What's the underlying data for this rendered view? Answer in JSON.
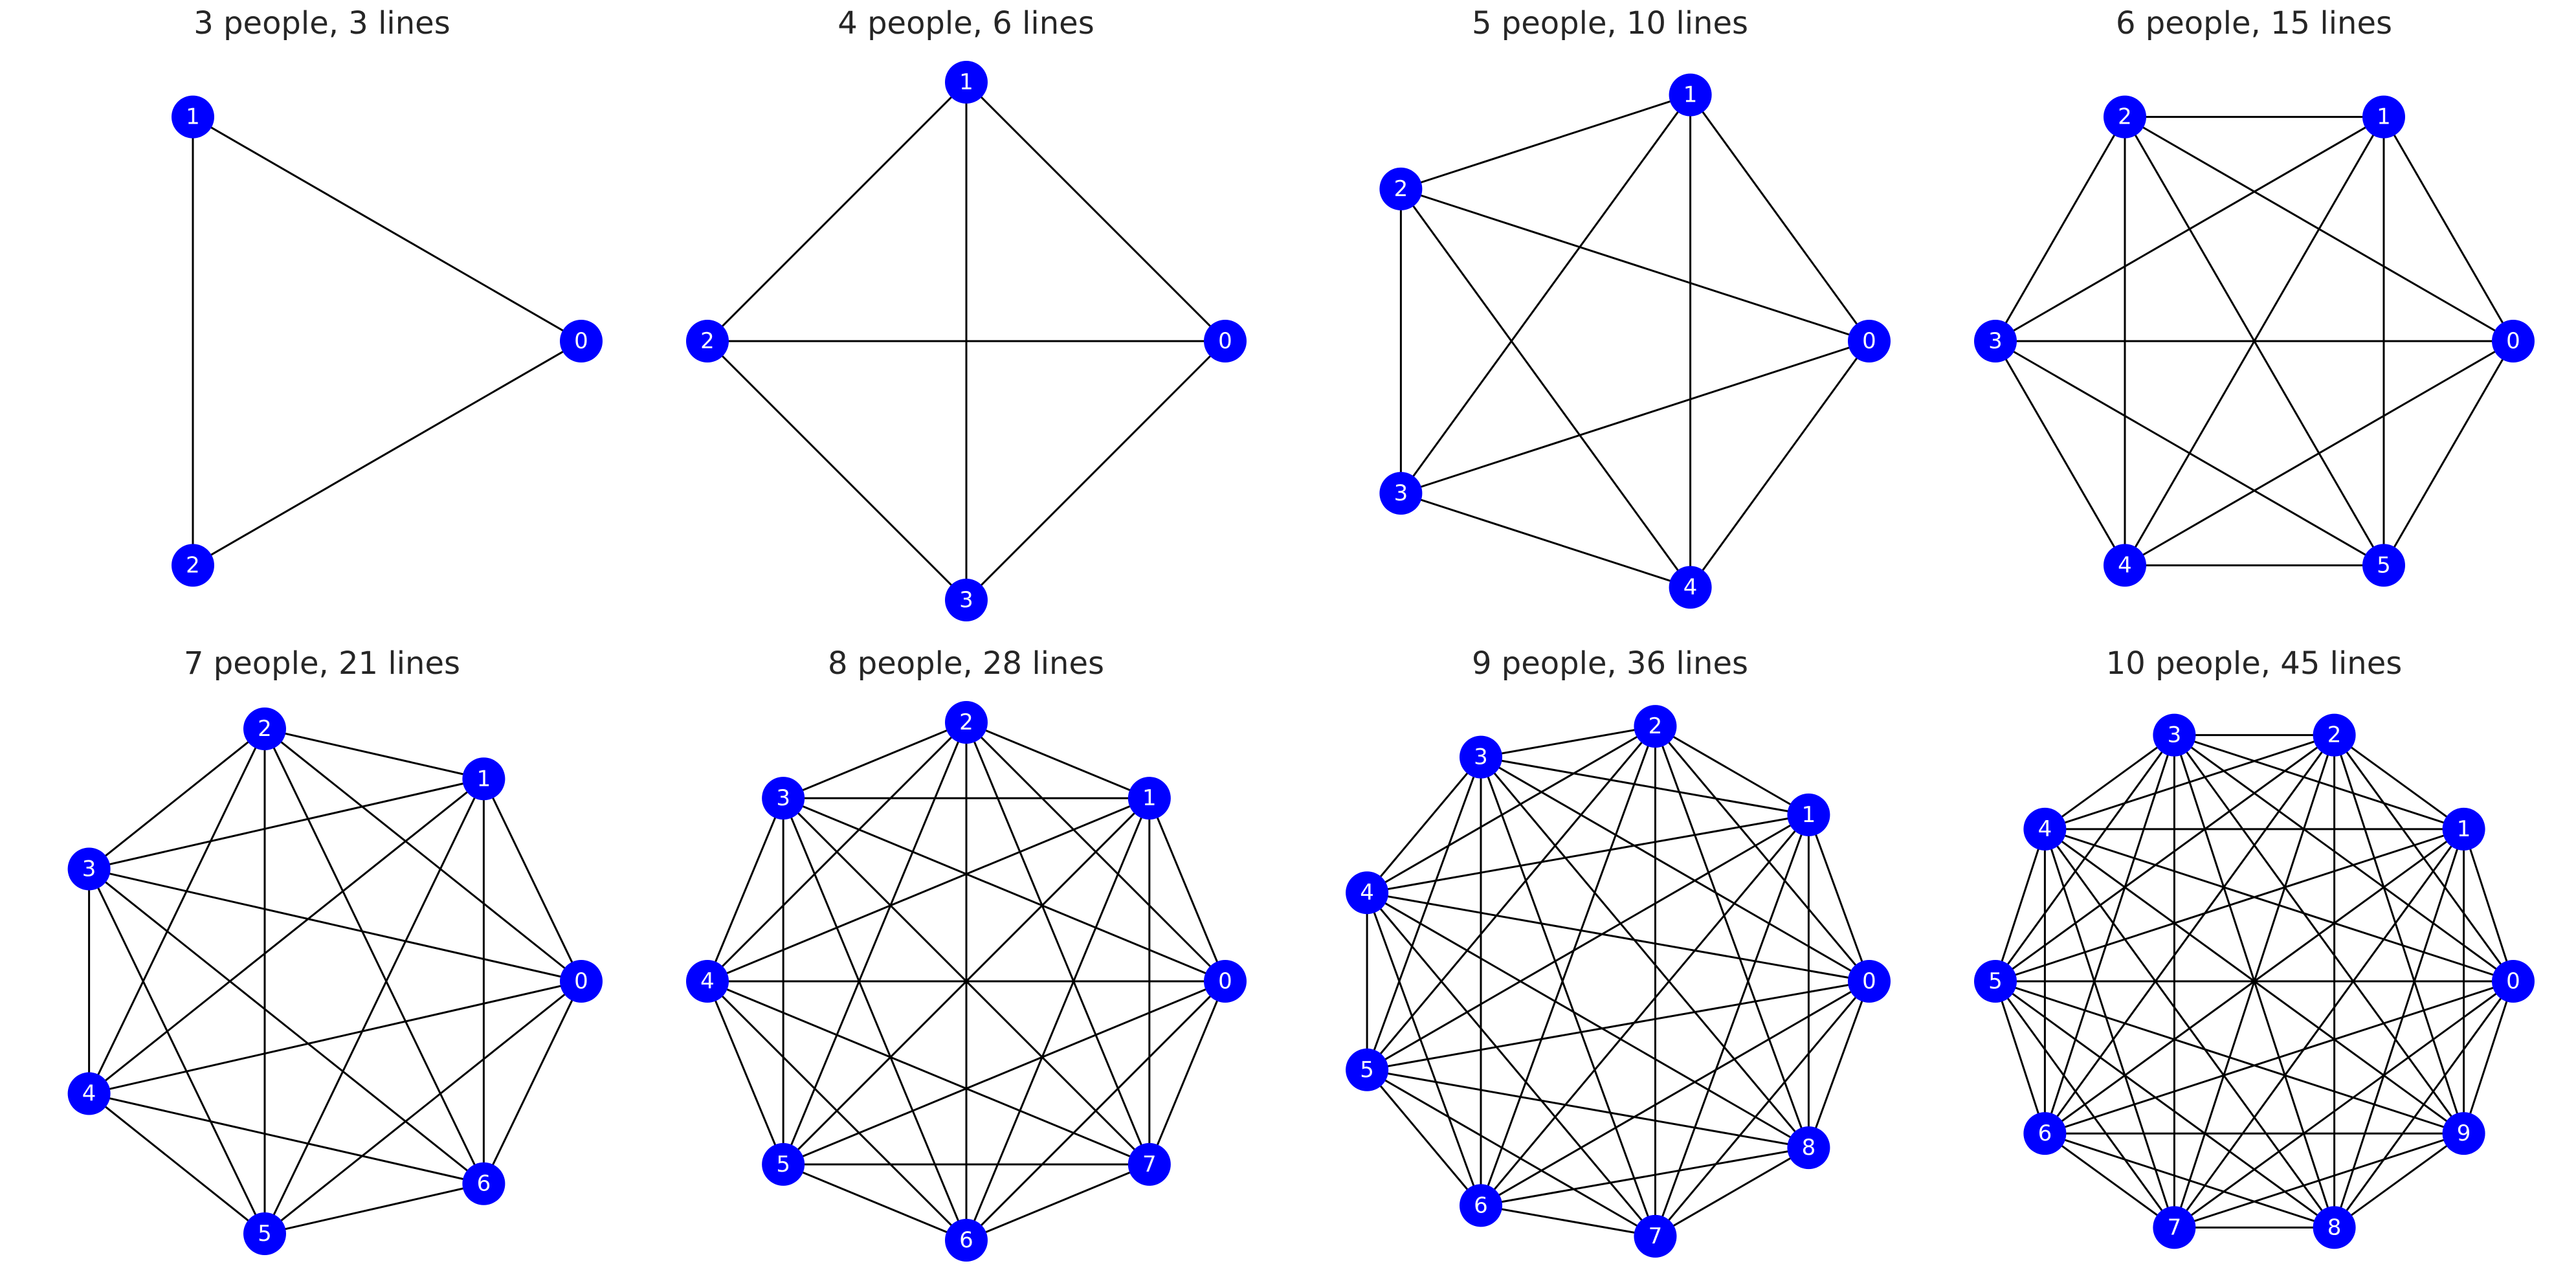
{
  "colors": {
    "node": "#0000ff",
    "edge": "#000000",
    "label": "#ffffff",
    "title": "#262626"
  },
  "panels": [
    {
      "title": "3 people, 3 lines",
      "nodes": [
        "0",
        "1",
        "2"
      ]
    },
    {
      "title": "4 people, 6 lines",
      "nodes": [
        "0",
        "1",
        "2",
        "3"
      ]
    },
    {
      "title": "5 people, 10 lines",
      "nodes": [
        "0",
        "1",
        "2",
        "3",
        "4"
      ]
    },
    {
      "title": "6 people, 15 lines",
      "nodes": [
        "0",
        "1",
        "2",
        "3",
        "4",
        "5"
      ]
    },
    {
      "title": "7 people, 21 lines",
      "nodes": [
        "0",
        "1",
        "2",
        "3",
        "4",
        "5",
        "6"
      ]
    },
    {
      "title": "8 people, 28 lines",
      "nodes": [
        "0",
        "1",
        "2",
        "3",
        "4",
        "5",
        "6",
        "7"
      ]
    },
    {
      "title": "9 people, 36 lines",
      "nodes": [
        "0",
        "1",
        "2",
        "3",
        "4",
        "5",
        "6",
        "7",
        "8"
      ]
    },
    {
      "title": "10 people, 45 lines",
      "nodes": [
        "0",
        "1",
        "2",
        "3",
        "4",
        "5",
        "6",
        "7",
        "8",
        "9"
      ]
    }
  ]
}
